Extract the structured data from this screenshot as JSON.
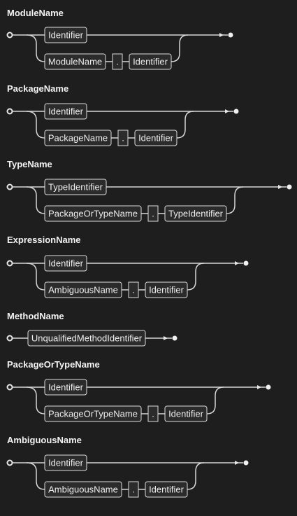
{
  "rules": [
    {
      "title": "ModuleName",
      "rows": [
        [
          "Identifier"
        ],
        [
          "ModuleName",
          ".",
          "Identifier"
        ]
      ]
    },
    {
      "title": "PackageName",
      "rows": [
        [
          "Identifier"
        ],
        [
          "PackageName",
          ".",
          "Identifier"
        ]
      ]
    },
    {
      "title": "TypeName",
      "rows": [
        [
          "TypeIdentifier"
        ],
        [
          "PackageOrTypeName",
          ".",
          "TypeIdentifier"
        ]
      ]
    },
    {
      "title": "ExpressionName",
      "rows": [
        [
          "Identifier"
        ],
        [
          "AmbiguousName",
          ".",
          "Identifier"
        ]
      ]
    },
    {
      "title": "MethodName",
      "rows": [
        [
          "UnqualifiedMethodIdentifier"
        ]
      ]
    },
    {
      "title": "PackageOrTypeName",
      "rows": [
        [
          "Identifier"
        ],
        [
          "PackageOrTypeName",
          ".",
          "Identifier"
        ]
      ]
    },
    {
      "title": "AmbiguousName",
      "rows": [
        [
          "Identifier"
        ],
        [
          "AmbiguousName",
          ".",
          "Identifier"
        ]
      ]
    }
  ],
  "colors": {
    "background": "#1e1e1e",
    "line": "#d6d6d6",
    "box_fill": "#2b2b2b",
    "box_border": "#dcdcdc",
    "text": "#eeeeee"
  }
}
